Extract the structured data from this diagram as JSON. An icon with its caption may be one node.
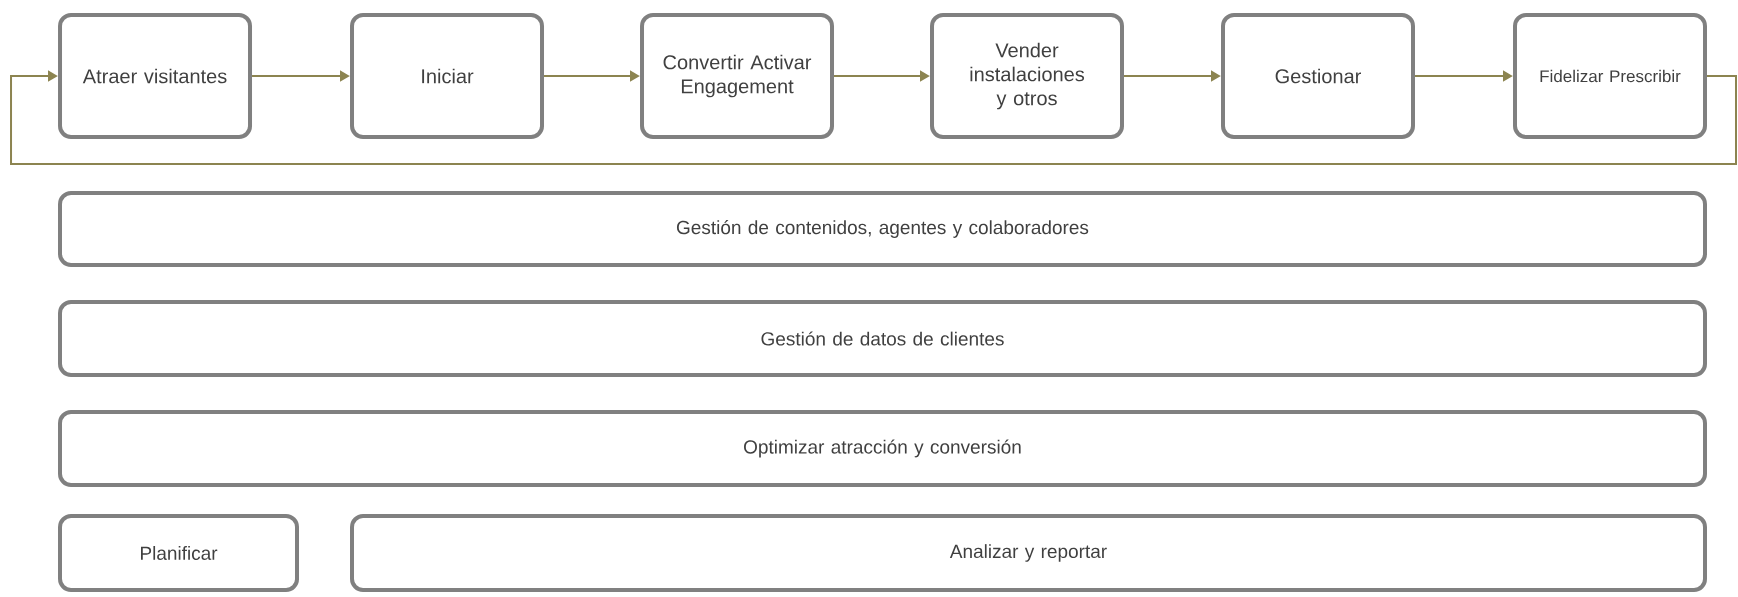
{
  "diagram": {
    "nodes": [
      {
        "text": [
          "Atraer visitantes"
        ]
      },
      {
        "text": [
          "Iniciar"
        ]
      },
      {
        "text": [
          "Convertir Activar Engagement"
        ]
      },
      {
        "text": [
          "Vender instalaciones y otros"
        ]
      },
      {
        "text": [
          "Gestionar"
        ]
      },
      {
        "text": [
          "Fidelizar Prescribir"
        ]
      },
      {
        "text": [
          "Gestión de contenidos, agentes y colaboradores"
        ]
      },
      {
        "text": [
          "Gestión de datos de clientes"
        ]
      },
      {
        "text": [
          "Optimizar atracción y conversión"
        ]
      },
      {
        "text": [
          "Planificar"
        ]
      },
      {
        "text": [
          "Analizar y reportar"
        ]
      }
    ],
    "edges": [
      {
        "from": 0,
        "to": 1,
        "arrow": "to"
      },
      {
        "from": 1,
        "to": 2,
        "arrow": "to"
      },
      {
        "from": 2,
        "to": 3,
        "arrow": "to"
      },
      {
        "from": 3,
        "to": 4,
        "arrow": "to"
      },
      {
        "from": 4,
        "to": 5,
        "arrow": "to"
      },
      {
        "from": 5,
        "to": 0,
        "arrow": "to"
      }
    ]
  }
}
